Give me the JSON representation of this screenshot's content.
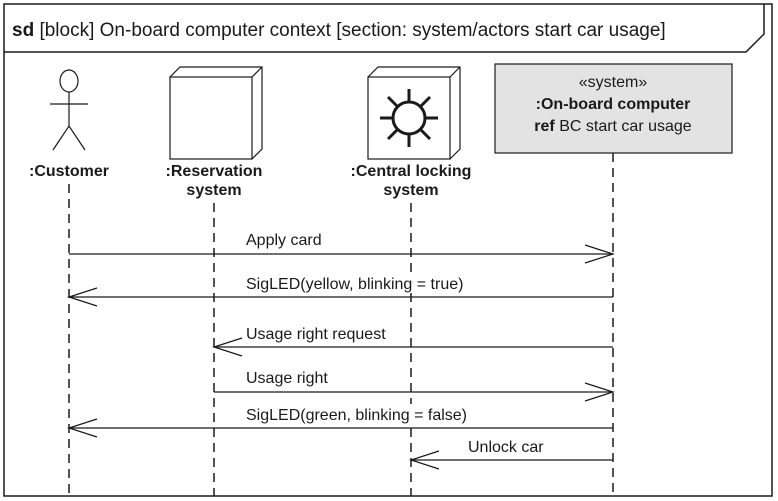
{
  "frame": {
    "keyword": "sd",
    "title": " [block] On-board computer context [section: system/actors start car usage]"
  },
  "lifelines": {
    "customer": {
      "label": ":Customer"
    },
    "reservation": {
      "label1": ":Reservation",
      "label2": "system"
    },
    "central": {
      "label1": ":Central locking",
      "label2": "system"
    },
    "system": {
      "stereotype": "«system»",
      "name": ":On-board computer",
      "ref_keyword": "ref",
      "ref_text": " BC start car usage"
    }
  },
  "messages": [
    {
      "label": "Apply card"
    },
    {
      "label": "SigLED(yellow, blinking = true)"
    },
    {
      "label": "Usage right request"
    },
    {
      "label": "Usage right"
    },
    {
      "label": "SigLED(green, blinking = false)"
    },
    {
      "label": "Unlock car"
    }
  ],
  "colors": {
    "system_box_fill": "#e3e3e3",
    "line": "#1a1a1a"
  }
}
